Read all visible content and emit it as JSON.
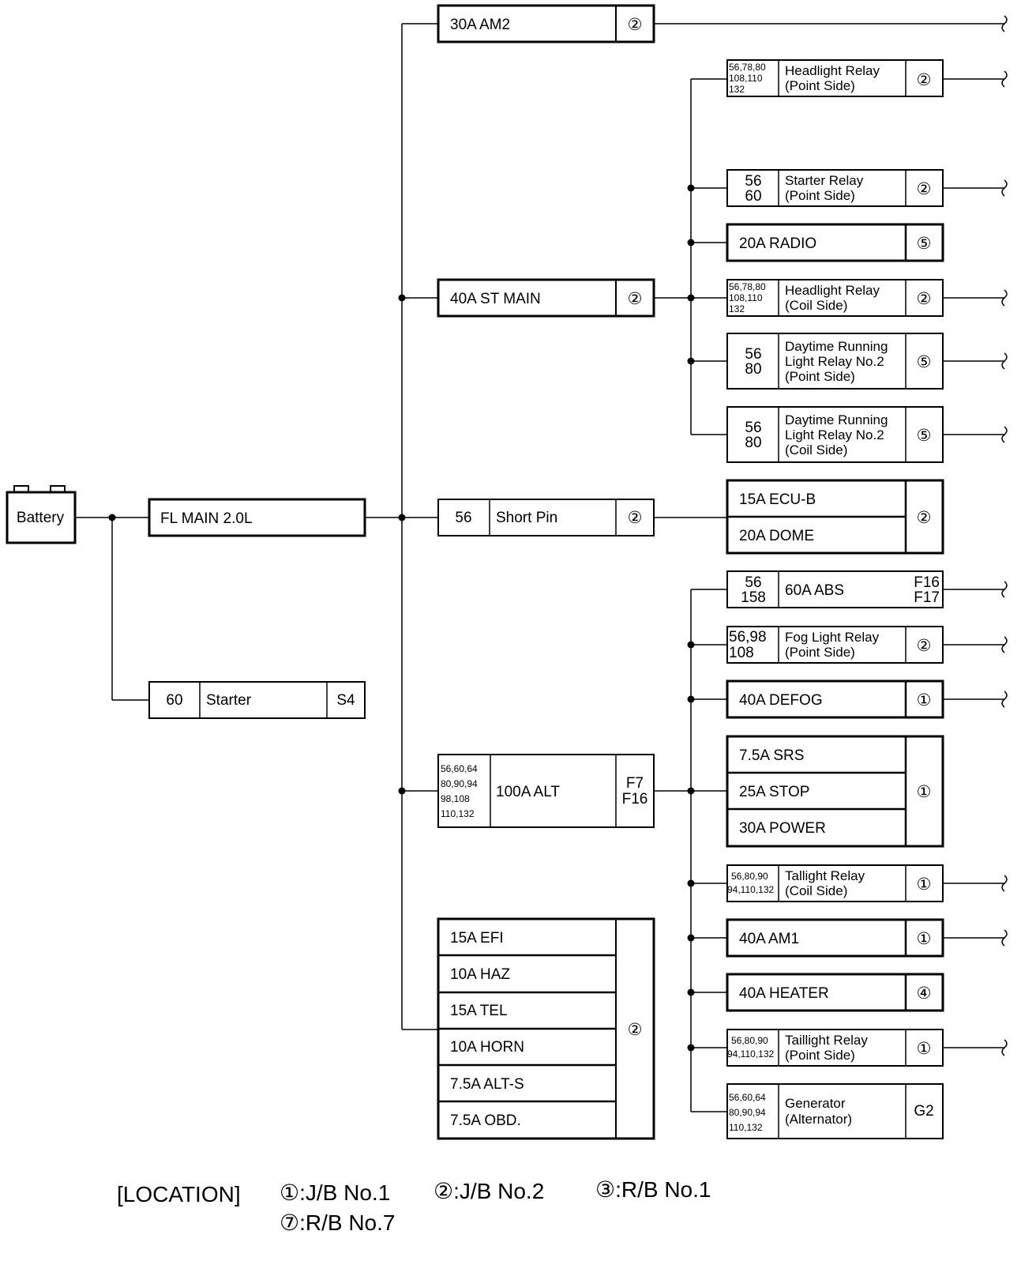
{
  "battery": "Battery",
  "fl_main": "FL MAIN 2.0L",
  "starter": {
    "num": "60",
    "label": "Starter",
    "conn": "S4"
  },
  "am2": {
    "label": "30A AM2",
    "loc": "②"
  },
  "st_main": {
    "label": "40A ST MAIN",
    "loc": "②"
  },
  "short_pin": {
    "num": "56",
    "label": "Short Pin",
    "loc": "②"
  },
  "alt": {
    "nums": [
      "56,60,64",
      "80,90,94",
      "98,108",
      "110,132"
    ],
    "label": "100A ALT",
    "conn": [
      "F7",
      "F16"
    ]
  },
  "fuse_group": {
    "items": [
      "15A EFI",
      "10A HAZ",
      "15A TEL",
      "10A HORN",
      "7.5A ALT-S",
      "7.5A OBD."
    ],
    "loc": "②"
  },
  "st_children": {
    "hl_point": {
      "nums": [
        "56,78,80",
        "108,110",
        "132"
      ],
      "lines": [
        "Headlight  Relay",
        "(Point  Side)"
      ],
      "loc": "②"
    },
    "starter_relay": {
      "nums": [
        "56",
        "60"
      ],
      "lines": [
        "Starter  Relay",
        "(Point  Side)"
      ],
      "loc": "②"
    },
    "radio": {
      "label": "20A RADIO",
      "loc": "⑤"
    },
    "hl_coil": {
      "nums": [
        "56,78,80",
        "108,110",
        "132"
      ],
      "lines": [
        "Headlight  Relay",
        "(Coil  Side)"
      ],
      "loc": "②"
    },
    "drl_point": {
      "nums": [
        "56",
        "80"
      ],
      "lines": [
        "Daytime Running",
        "Light Relay No.2",
        "(Point Side)"
      ],
      "loc": "⑤"
    },
    "drl_coil": {
      "nums": [
        "56",
        "80"
      ],
      "lines": [
        "Daytime Running",
        "Light Relay No.2",
        "(Coil Side)"
      ],
      "loc": "⑤"
    }
  },
  "short_children": {
    "items": [
      "15A ECU-B",
      "20A DOME"
    ],
    "loc": "②"
  },
  "alt_children": {
    "abs": {
      "nums": [
        "56",
        "158"
      ],
      "label": "60A ABS",
      "conn": [
        "F16",
        "F17"
      ]
    },
    "fog": {
      "nums": [
        "56,98",
        "108"
      ],
      "lines": [
        "Fog  Light  Relay",
        "(Point  Side)"
      ],
      "loc": "②"
    },
    "defog": {
      "label": "40A DEFOG",
      "loc": "①"
    },
    "srs_group": {
      "items": [
        "7.5A SRS",
        "25A STOP",
        "30A POWER"
      ],
      "loc": "①"
    },
    "tail_coil": {
      "nums": [
        "56,80,90",
        "94,110,132"
      ],
      "lines": [
        "Tallight  Relay",
        "(Coil  Side)"
      ],
      "loc": "①"
    },
    "am1": {
      "label": "40A AM1",
      "loc": "①"
    },
    "heater": {
      "label": "40A HEATER",
      "loc": "④"
    },
    "tail_point": {
      "nums": [
        "56,80,90",
        "94,110,132"
      ],
      "lines": [
        "Taillight  Relay",
        "(Point  Side)"
      ],
      "loc": "①"
    },
    "generator": {
      "nums": [
        "56,60,64",
        "80,90,94",
        "110,132"
      ],
      "lines": [
        "Generator",
        "(Alternator)"
      ],
      "conn": "G2"
    }
  },
  "legend": {
    "title": "[LOCATION]",
    "items": [
      "①:J/B  No.1",
      "②:J/B  No.2",
      "③:R/B  No.1",
      "⑦:R/B  No.7"
    ]
  }
}
